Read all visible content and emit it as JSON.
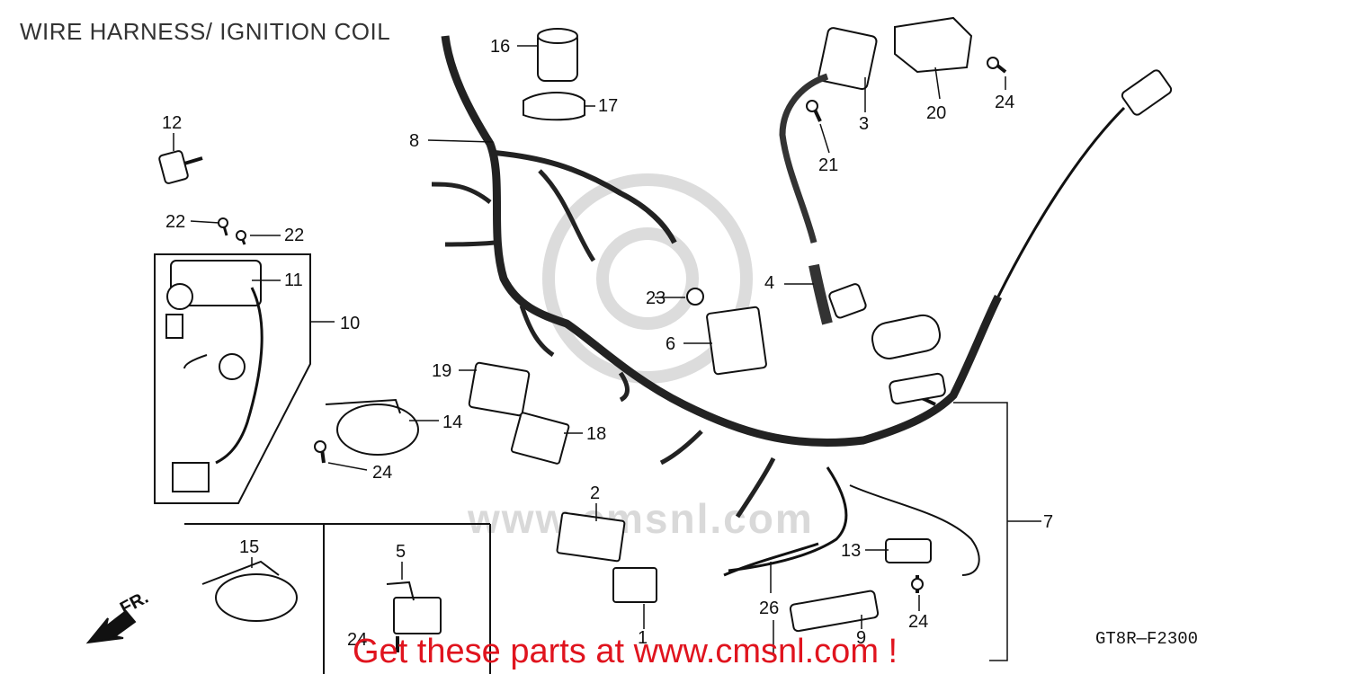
{
  "title": "WIRE HARNESS/ IGNITION COIL",
  "diagram_code": "GT8R—F2300",
  "promo_text": "Get these parts at www.cmsnl.com !",
  "watermark": "www.cmsnl.com",
  "direction_label": "FR.",
  "colors": {
    "promo": "#e0141e",
    "ink": "#111111",
    "watermark": "#d9d9d9"
  },
  "callouts": {
    "c1": "1",
    "c2": "2",
    "c3": "3",
    "c4": "4",
    "c5": "5",
    "c6": "6",
    "c7": "7",
    "c8": "8",
    "c9": "9",
    "c10": "10",
    "c11": "11",
    "c12": "12",
    "c13": "13",
    "c14": "14",
    "c15": "15",
    "c16": "16",
    "c17": "17",
    "c18": "18",
    "c19": "19",
    "c20": "20",
    "c21": "21",
    "c22a": "22",
    "c22b": "22",
    "c23": "23",
    "c24a": "24",
    "c24b": "24",
    "c24c": "24",
    "c24d": "24",
    "c26": "26"
  }
}
